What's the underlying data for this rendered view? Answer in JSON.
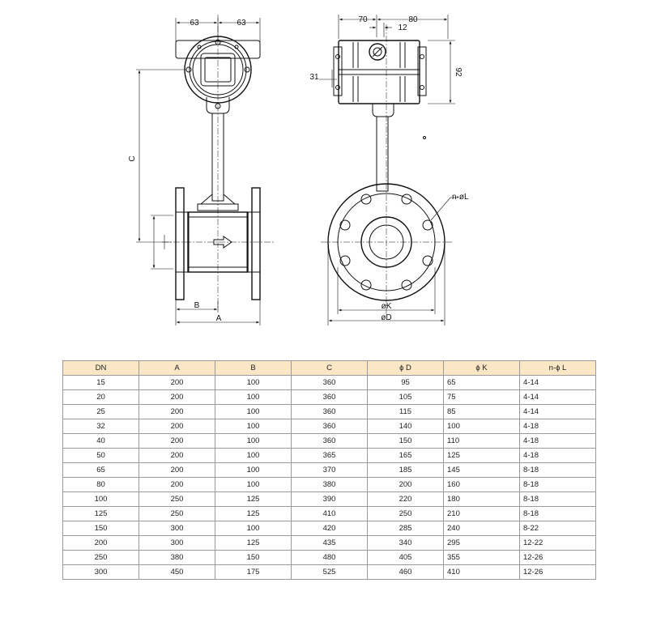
{
  "drawing": {
    "dim_top_left": "63",
    "dim_top_right": "63",
    "dim_70": "70",
    "dim_80": "80",
    "dim_12": "12",
    "dim_31": "31",
    "dim_92": "92",
    "label_c": "C",
    "label_b": "B",
    "label_a": "A",
    "label_k": "øK",
    "label_d": "øD",
    "label_nl": "n-øL"
  },
  "table": {
    "headers": [
      "DN",
      "A",
      "B",
      "C",
      "ϕ D",
      "ϕ K",
      "n-ϕ L"
    ],
    "rows": [
      [
        "15",
        "200",
        "100",
        "360",
        "95",
        "65",
        "4-14"
      ],
      [
        "20",
        "200",
        "100",
        "360",
        "105",
        "75",
        "4-14"
      ],
      [
        "25",
        "200",
        "100",
        "360",
        "115",
        "85",
        "4-14"
      ],
      [
        "32",
        "200",
        "100",
        "360",
        "140",
        "100",
        "4-18"
      ],
      [
        "40",
        "200",
        "100",
        "360",
        "150",
        "110",
        "4-18"
      ],
      [
        "50",
        "200",
        "100",
        "365",
        "165",
        "125",
        "4-18"
      ],
      [
        "65",
        "200",
        "100",
        "370",
        "185",
        "145",
        "8-18"
      ],
      [
        "80",
        "200",
        "100",
        "380",
        "200",
        "160",
        "8-18"
      ],
      [
        "100",
        "250",
        "125",
        "390",
        "220",
        "180",
        "8-18"
      ],
      [
        "125",
        "250",
        "125",
        "410",
        "250",
        "210",
        "8-18"
      ],
      [
        "150",
        "300",
        "100",
        "420",
        "285",
        "240",
        "8-22"
      ],
      [
        "200",
        "300",
        "125",
        "435",
        "340",
        "295",
        "12-22"
      ],
      [
        "250",
        "380",
        "150",
        "480",
        "405",
        "355",
        "12-26"
      ],
      [
        "300",
        "450",
        "175",
        "525",
        "460",
        "410",
        "12-26"
      ]
    ]
  }
}
